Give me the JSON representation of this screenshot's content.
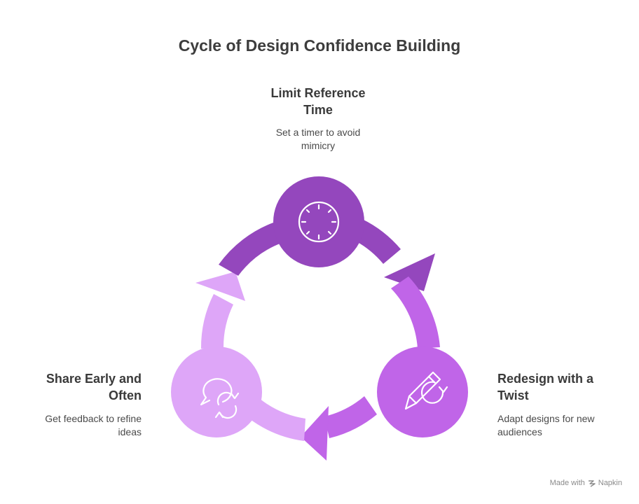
{
  "title": "Cycle of Design Confidence Building",
  "colors": {
    "top": "#9447bd",
    "right": "#c065e8",
    "left": "#dea6f8",
    "icon_stroke": "#ffffff"
  },
  "nodes": [
    {
      "title": "Limit Reference Time",
      "title_lines": [
        "Limit Reference",
        "Time"
      ],
      "description_lines": [
        "Set a timer to avoid",
        "mimicry"
      ],
      "icon": "clock-icon"
    },
    {
      "title": "Redesign with a Twist",
      "title_lines": [
        "Redesign with a",
        "Twist"
      ],
      "description_lines": [
        "Adapt designs for new",
        "audiences"
      ],
      "icon": "pencil-refresh-icon"
    },
    {
      "title": "Share Early and Often",
      "title_lines": [
        "Share Early and",
        "Often"
      ],
      "description_lines": [
        "Get feedback to refine",
        "ideas"
      ],
      "icon": "chat-refresh-icon"
    }
  ],
  "footer": {
    "prefix": "Made with",
    "brand": "Napkin"
  }
}
